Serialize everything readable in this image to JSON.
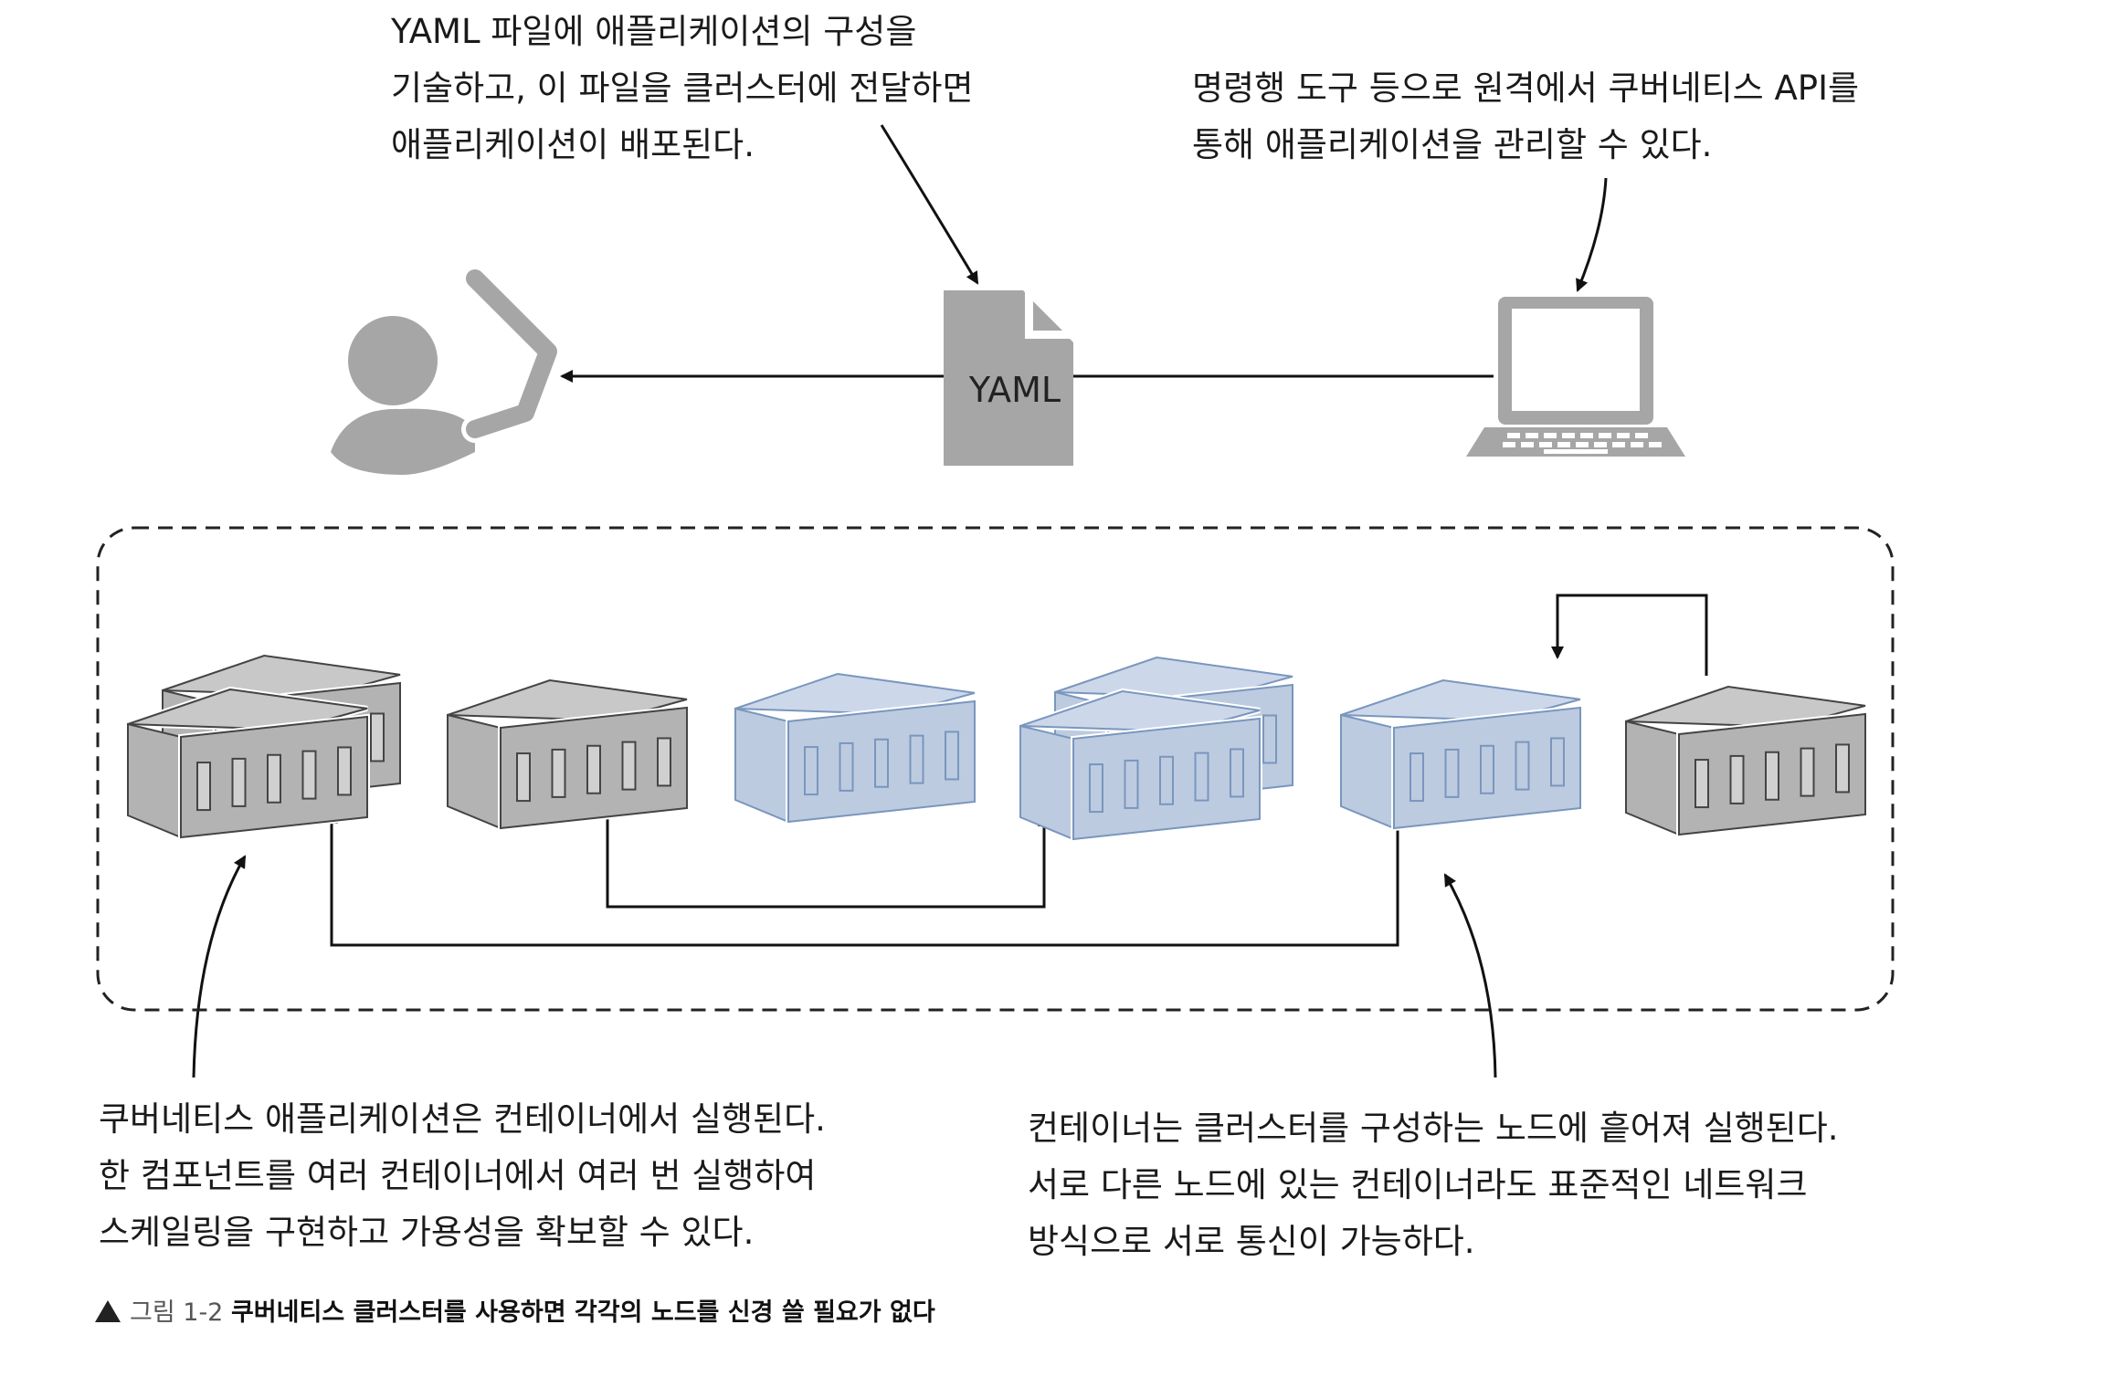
{
  "annotations": {
    "yaml": [
      "YAML 파일에 애플리케이션의 구성을",
      "기술하고, 이 파일을 클러스터에 전달하면",
      "애플리케이션이 배포된다."
    ],
    "cli": [
      "명령행 도구 등으로 원격에서 쿠버네티스 API를",
      "통해 애플리케이션을 관리할 수 있다."
    ],
    "containers": [
      "쿠버네티스 애플리케이션은 컨테이너에서 실행된다.",
      "한 컴포넌트를 여러 컨테이너에서 여러 번 실행하여",
      "스케일링을 구현하고 가용성을 확보할 수 있다."
    ],
    "nodes": [
      "컨테이너는 클러스터를 구성하는 노드에 흩어져 실행된다.",
      "서로 다른 노드에 있는 컨테이너라도 표준적인 네트워크",
      "방식으로 서로 통신이 가능하다."
    ]
  },
  "yaml_file_label": "YAML",
  "caption": {
    "figure_number": "그림 1-2",
    "text": "쿠버네티스 클러스터를 사용하면 각각의 노드를 신경 쓸 필요가 없다"
  },
  "colors": {
    "gray_container": "#b3b3b3",
    "gray_container_top": "#c8c8c8",
    "blue_container": "#bccbe0",
    "blue_container_top": "#ccd8ea",
    "blue_stroke": "#7a96bd",
    "gray_stroke": "#444444",
    "icon_gray": "#a6a6a6"
  },
  "icons": [
    "user-icon",
    "yaml-file-icon",
    "laptop-icon",
    "container-icon"
  ]
}
